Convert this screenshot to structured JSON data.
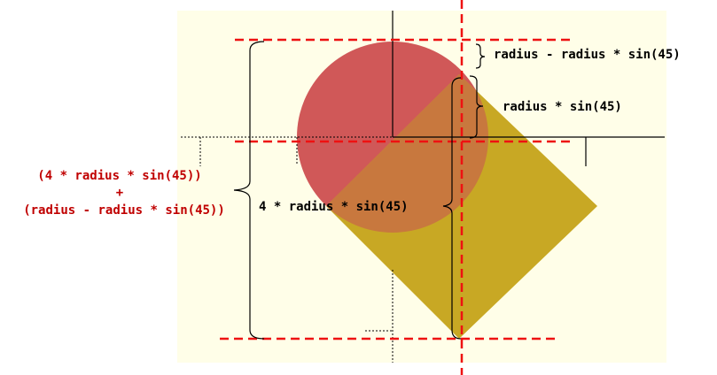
{
  "labels": {
    "top_gap": "radius - radius * sin(45)",
    "half_height": "radius * sin(45)",
    "square_height": "4 * radius * sin(45)",
    "total_line1": "(4 * radius * sin(45))",
    "total_plus": "+",
    "total_line2": "(radius - radius * sin(45))"
  },
  "colors": {
    "background": "#fffee8",
    "circle": "#d05858",
    "square": "#c8a824",
    "overlap": "#c8783e",
    "guide": "#ee1111",
    "ink": "#000000",
    "total_label": "#c00000"
  }
}
